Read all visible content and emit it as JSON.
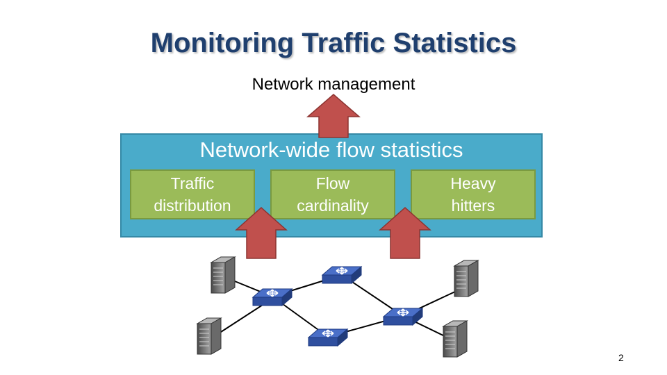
{
  "slide": {
    "title": "Monitoring Traffic Statistics",
    "management_label": "Network management",
    "outer_label": "Network-wide flow statistics",
    "boxes": [
      {
        "label": "Traffic\ndistribution"
      },
      {
        "label": "Flow\ncardinality"
      },
      {
        "label": "Heavy\nhitters"
      }
    ],
    "page_number": "2"
  },
  "colors": {
    "title": "#1f3f6e",
    "outer_box": "#4aabca",
    "inner_box": "#9bbb59",
    "arrow": "#c0504d",
    "switch": "#2f4f9f"
  },
  "icons": [
    "server-icon",
    "switch-icon",
    "up-arrow-icon"
  ]
}
